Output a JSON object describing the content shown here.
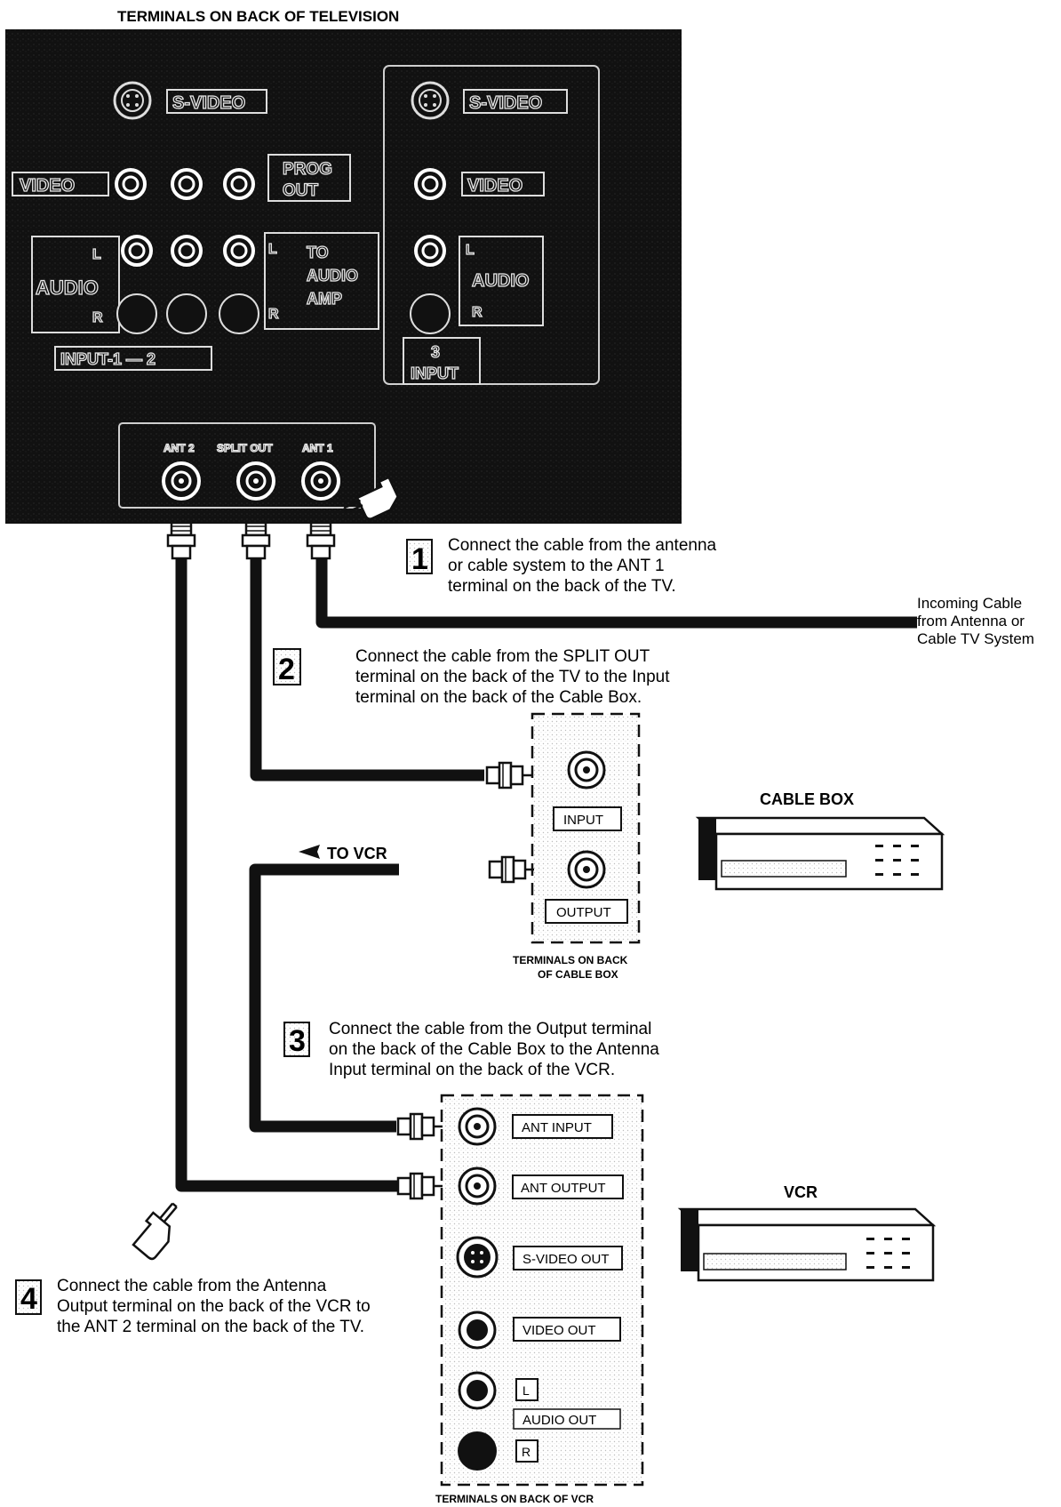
{
  "title": "TERMINALS ON BACK OF TELEVISION",
  "tv": {
    "svideo_left": "S-VIDEO",
    "svideo_right": "S-VIDEO",
    "video_left": "VIDEO",
    "video_right": "VIDEO",
    "prog_out_line1": "PROG",
    "prog_out_line2": "OUT",
    "audio_left": "AUDIO",
    "audio_right": "AUDIO",
    "l": "L",
    "r": "R",
    "to_audio_amp_1": "TO",
    "to_audio_amp_2": "AUDIO",
    "to_audio_amp_3": "AMP",
    "input_1_2": "INPUT-1 — 2",
    "input_3_num": "3",
    "input_3_label": "INPUT",
    "ant2": "ANT 2",
    "split_out": "SPLIT OUT",
    "ant1": "ANT 1"
  },
  "steps": [
    {
      "num": "1",
      "lines": [
        "Connect the cable from the antenna",
        "or cable system to the ANT 1",
        "terminal on the back of the TV."
      ]
    },
    {
      "num": "2",
      "lines": [
        "Connect the cable from the SPLIT OUT",
        "terminal on the back of the TV to the Input",
        "terminal on the back of the Cable Box."
      ]
    },
    {
      "num": "3",
      "lines": [
        "Connect the cable from the Output terminal",
        "on the back of the Cable Box to the Antenna",
        "Input terminal on the back of the VCR."
      ]
    },
    {
      "num": "4",
      "lines": [
        "Connect the cable from the Antenna",
        "Output terminal on the back of the VCR to",
        "the ANT 2 terminal on the back of the TV."
      ]
    }
  ],
  "incoming": [
    "Incoming Cable",
    "from Antenna or",
    "Cable TV System"
  ],
  "cable_box": {
    "title": "CABLE BOX",
    "input": "INPUT",
    "output": "OUTPUT",
    "caption": [
      "TERMINALS ON BACK",
      "OF CABLE BOX"
    ],
    "to_vcr": "TO VCR"
  },
  "vcr": {
    "title": "VCR",
    "ant_input": "ANT INPUT",
    "ant_output": "ANT OUTPUT",
    "svideo_out": "S-VIDEO OUT",
    "video_out": "VIDEO OUT",
    "l": "L",
    "audio_out": "AUDIO OUT",
    "r": "R",
    "caption": "TERMINALS ON BACK OF VCR"
  }
}
